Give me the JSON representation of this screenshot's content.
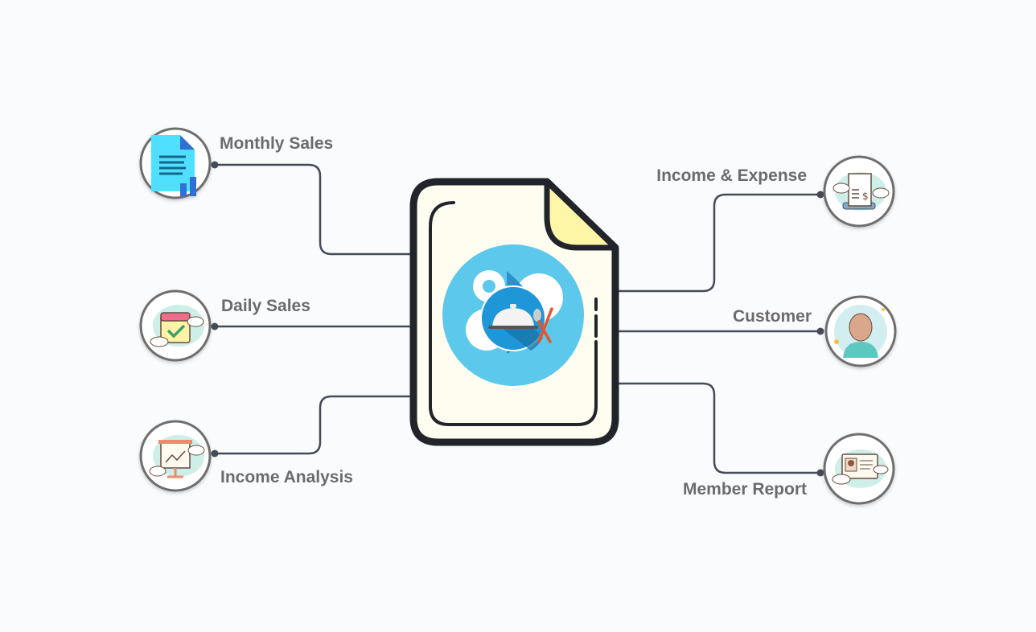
{
  "center": {
    "icon": "restaurant-management-document-icon"
  },
  "left_nodes": [
    {
      "label": "Monthly Sales",
      "icon": "document-chart-icon"
    },
    {
      "label": "Daily Sales",
      "icon": "calendar-check-icon"
    },
    {
      "label": "Income Analysis",
      "icon": "presentation-chart-icon"
    }
  ],
  "right_nodes": [
    {
      "label": "Income & Expense",
      "icon": "receipt-dollar-icon"
    },
    {
      "label": "Customer",
      "icon": "person-avatar-icon"
    },
    {
      "label": "Member Report",
      "icon": "member-card-icon"
    }
  ],
  "colors": {
    "line": "#454b57",
    "label": "#6b6b6b",
    "doc_fill": "#fffdf0",
    "fold": "#fff6a8",
    "logo": "#5bc8ec"
  }
}
